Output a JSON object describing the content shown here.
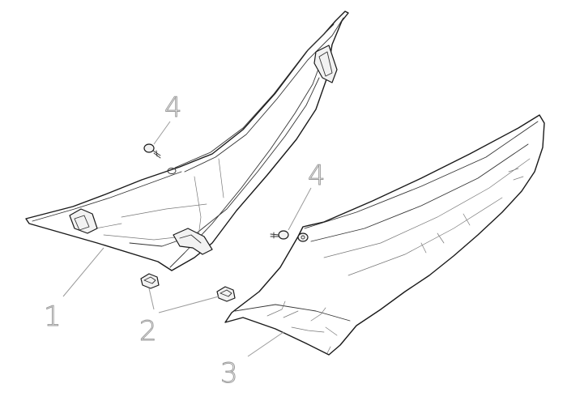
{
  "callouts": [
    {
      "id": "1",
      "text": "1",
      "part": "side-panel-left"
    },
    {
      "id": "2",
      "text": "2",
      "part": "clip-nut"
    },
    {
      "id": "3",
      "text": "3",
      "part": "side-panel-right"
    },
    {
      "id": "4a",
      "text": "4",
      "part": "screw"
    },
    {
      "id": "4b",
      "text": "4",
      "part": "screw"
    }
  ],
  "colors": {
    "line": "#1a1a1a",
    "leader": "#9a9a9a",
    "background": "#ffffff"
  }
}
